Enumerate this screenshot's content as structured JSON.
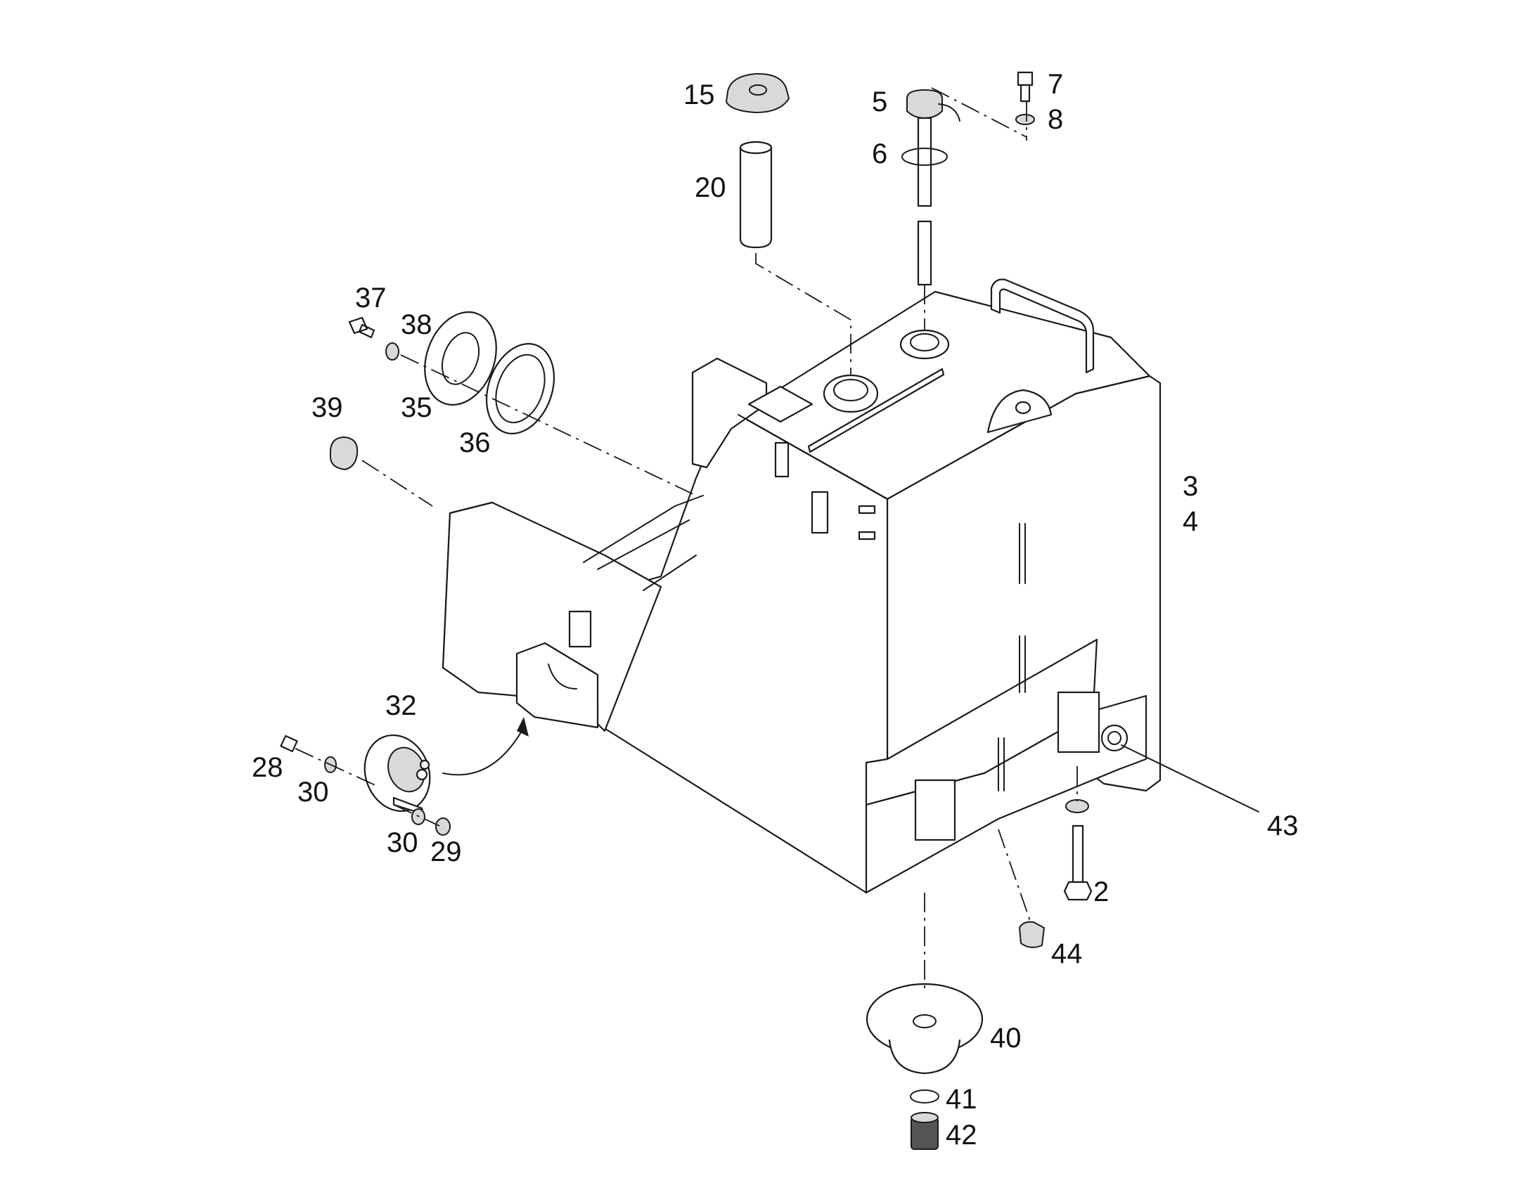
{
  "callouts": {
    "c15": "15",
    "c5": "5",
    "c7": "7",
    "c8": "8",
    "c6": "6",
    "c20": "20",
    "c37": "37",
    "c38": "38",
    "c35": "35",
    "c36": "36",
    "c39": "39",
    "c3": "3",
    "c4": "4",
    "c32": "32",
    "c28": "28",
    "c30a": "30",
    "c30b": "30",
    "c29": "29",
    "c43": "43",
    "c2": "2",
    "c44": "44",
    "c40": "40",
    "c41": "41",
    "c42": "42"
  }
}
